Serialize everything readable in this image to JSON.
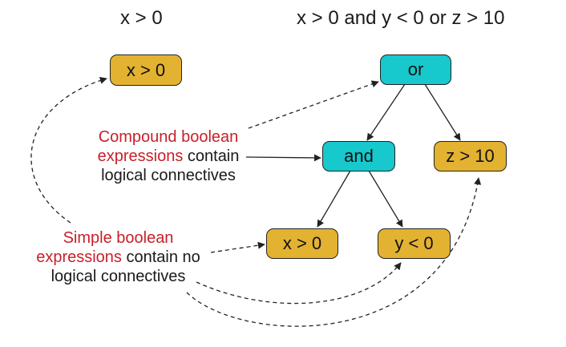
{
  "headings": {
    "left": "x > 0",
    "right": "x > 0 and y < 0 or z > 10"
  },
  "nodes": {
    "simple_x": "x > 0",
    "or": "or",
    "and": "and",
    "z_gt_10": "z > 10",
    "x_gt_0": "x > 0",
    "y_lt_0": "y < 0"
  },
  "annotations": {
    "compound": {
      "line1_red": "Compound boolean",
      "line2_red": "expressions",
      "line2_rest": " contain",
      "line3": "logical connectives"
    },
    "simple": {
      "line1_red": "Simple boolean",
      "line2_red": "expressions",
      "line2_rest": " contain no",
      "line3": "logical connectives"
    }
  },
  "colors": {
    "leaf_fill": "#e3b231",
    "connective_fill": "#17c8cc",
    "highlight_text": "#c8202a",
    "stroke": "#222222"
  }
}
